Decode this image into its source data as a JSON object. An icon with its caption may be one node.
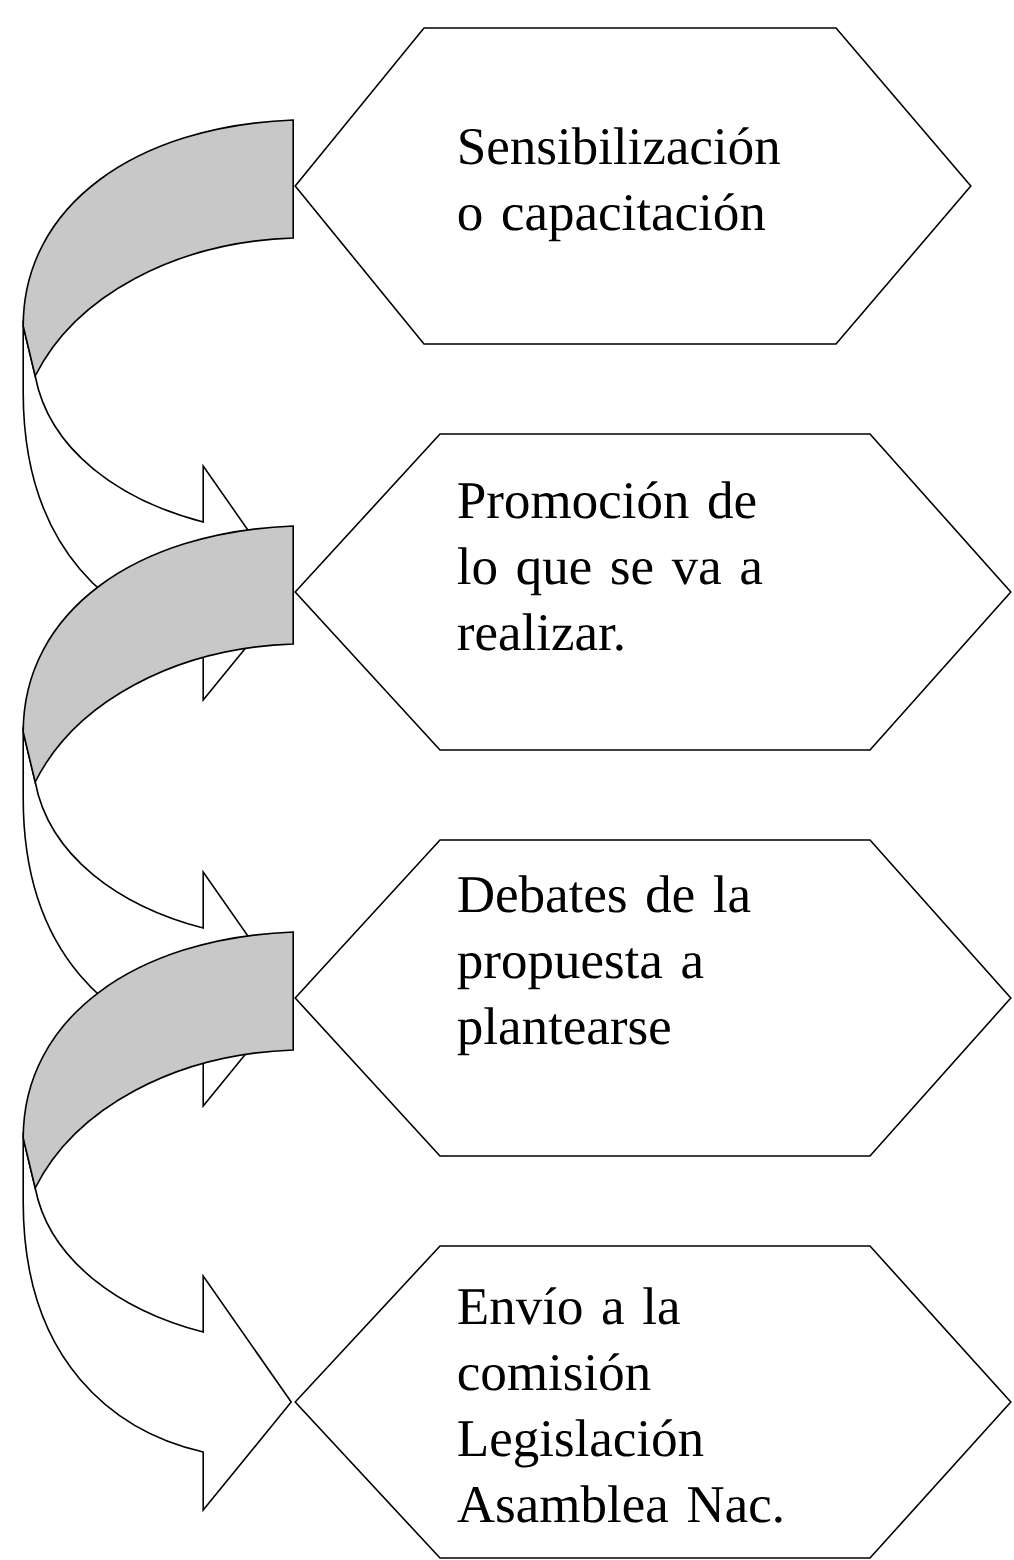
{
  "diagram": {
    "nodes": [
      {
        "text": [
          "Sensibilización o capacitación"
        ]
      },
      {
        "text": [
          "Promoción de lo que se va a realizar."
        ]
      },
      {
        "text": [
          "Debates de la propuesta a plantearse"
        ]
      },
      {
        "text": [
          "Envío a la comisión Legislación Asamblea Nac."
        ]
      }
    ],
    "edges": [
      {
        "from": 0,
        "to": 1,
        "arrow": "to"
      },
      {
        "from": 1,
        "to": 2,
        "arrow": "to"
      },
      {
        "from": 2,
        "to": 3,
        "arrow": "to"
      }
    ]
  }
}
